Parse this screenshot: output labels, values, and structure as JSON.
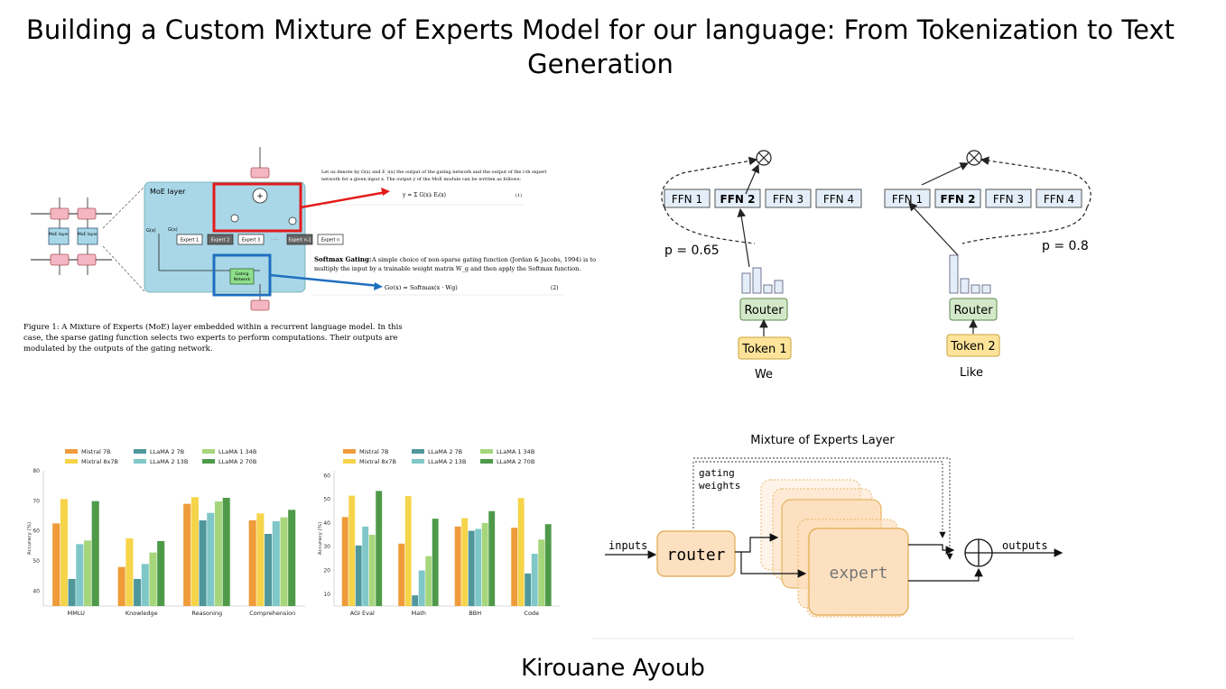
{
  "title": "Building a Custom Mixture of Experts Model for our language: From Tokenization to Text Generation",
  "author": "Kirouane Ayoub",
  "figure1": {
    "moe_layer_label": "MoE layer",
    "small_block_label": "MoE layer",
    "g_label": "G(x)",
    "g_sub_label": "G(x)",
    "experts": [
      "Expert 1",
      "Expert 2",
      "Expert 3",
      "· · ·",
      "Expert n-1",
      "Expert n"
    ],
    "gating_label": "Gating Network",
    "equation_intro": "Let us denote by G(x) and E_i(x) the output of the gating network and the output of the i-th expert network for a given input x. The output y of the MoE module can be written as follows:",
    "equation_1": "y = Σ G(x)ᵢ Eᵢ(x)",
    "equation_1_num": "(1)",
    "softmax_heading": "Softmax Gating:",
    "softmax_text_1": "A simple choice of non-sparse gating function (Jordan & Jacobs, 1994) is to",
    "softmax_text_2": "multiply the input by a trainable weight matrix W_g and then apply the Softmax function.",
    "equation_2": "Gσ(x) = Softmax(x · Wg)",
    "equation_2_num": "(2)",
    "caption_1": "Figure 1: A Mixture of Experts (MoE) layer embedded within a recurrent language model. In this",
    "caption_2": "case, the sparse gating function selects two experts to perform computations. Their outputs are",
    "caption_3": "modulated by the outputs of the gating network."
  },
  "switch_diagram": {
    "left_ffn": [
      "FFN 1",
      "FFN 2",
      "FFN 3",
      "FFN 4"
    ],
    "right_ffn": [
      "FFN 1",
      "FFN 2",
      "FFN 3",
      "FFN 4"
    ],
    "left_prob": "p = 0.65",
    "right_prob": "p = 0.8",
    "router_label": "Router",
    "token1": "Token 1",
    "token2": "Token 2",
    "word1": "We",
    "word2": "Like",
    "token_color": "#fde49a",
    "router_color": "#d3e8c9",
    "ffn_color": "#e4eef9"
  },
  "moe_layer_diagram": {
    "title": "Mixture of Experts Layer",
    "gating_line1": "gating",
    "gating_line2": "weights",
    "inputs": "inputs",
    "router": "router",
    "expert": "expert",
    "outputs": "outputs",
    "expert_color": "#fde0c0"
  },
  "chart_data": [
    {
      "type": "bar",
      "categories": [
        "MMLU",
        "Knowledge",
        "Reasoning",
        "Comprehension"
      ],
      "ylabel": "Accuracy (%)",
      "ylim": [
        35,
        80
      ],
      "yticks": [
        40,
        50,
        60,
        70,
        80
      ],
      "legend_position": "top",
      "series": [
        {
          "name": "Mistral 7B",
          "color": "#ef9b3a",
          "values": [
            62.5,
            48.0,
            69.0,
            63.5
          ]
        },
        {
          "name": "Mixtral 8x7B",
          "color": "#f6d44a",
          "values": [
            70.6,
            57.5,
            71.2,
            65.8
          ]
        },
        {
          "name": "LLaMA 2 7B",
          "color": "#4f979b",
          "values": [
            44.0,
            44.0,
            63.5,
            59.0
          ]
        },
        {
          "name": "LLaMA 2 13B",
          "color": "#7fc7c8",
          "values": [
            55.6,
            49.0,
            66.0,
            63.2
          ]
        },
        {
          "name": "LLaMA 1 34B",
          "color": "#a6d67c",
          "values": [
            56.8,
            52.8,
            69.8,
            64.5
          ]
        },
        {
          "name": "LLaMA 2 70B",
          "color": "#4e9a49",
          "values": [
            69.9,
            56.6,
            71.0,
            67.0
          ]
        }
      ]
    },
    {
      "type": "bar",
      "categories": [
        "AGI Eval",
        "Math",
        "BBH",
        "Code"
      ],
      "ylabel": "Accuracy (%)",
      "ylim": [
        5,
        62
      ],
      "yticks": [
        10,
        20,
        30,
        40,
        50,
        60
      ],
      "legend_position": "top",
      "series": [
        {
          "name": "Mistral 7B",
          "color": "#ef9b3a",
          "values": [
            42.5,
            31.3,
            38.5,
            38.0
          ]
        },
        {
          "name": "Mixtral 8x7B",
          "color": "#f6d44a",
          "values": [
            51.5,
            51.3,
            42.0,
            50.5
          ]
        },
        {
          "name": "LLaMA 2 7B",
          "color": "#4f979b",
          "values": [
            30.5,
            9.5,
            36.7,
            18.7
          ]
        },
        {
          "name": "LLaMA 2 13B",
          "color": "#7fc7c8",
          "values": [
            38.5,
            20.0,
            37.5,
            27.0
          ]
        },
        {
          "name": "LLaMA 1 34B",
          "color": "#a6d67c",
          "values": [
            35.0,
            26.0,
            40.0,
            33.0
          ]
        },
        {
          "name": "LLaMA 2 70B",
          "color": "#4e9a49",
          "values": [
            53.5,
            41.8,
            45.0,
            39.5
          ]
        }
      ]
    }
  ]
}
